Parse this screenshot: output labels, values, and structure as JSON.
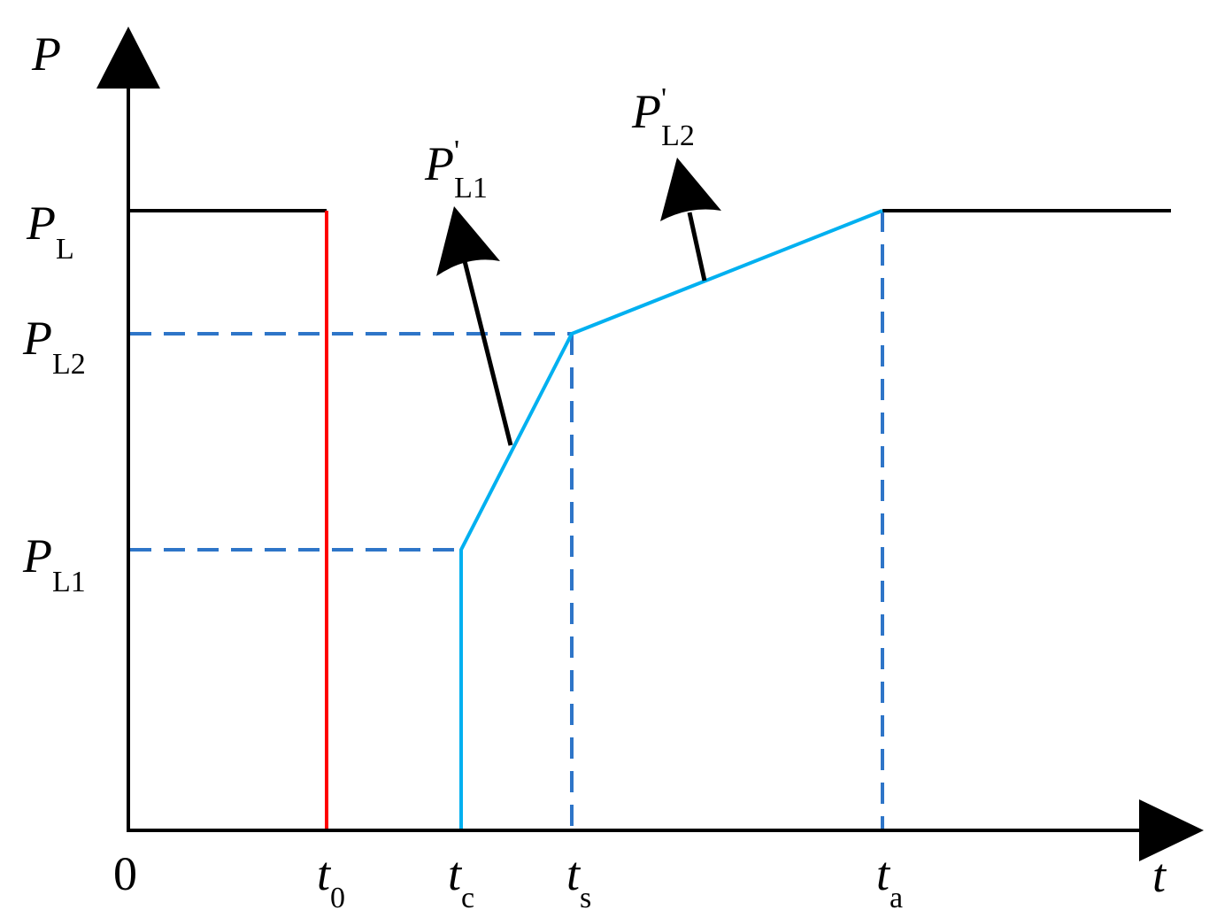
{
  "axes": {
    "y_symbol": "P",
    "x_symbol": "t",
    "origin": "0"
  },
  "y_levels": [
    {
      "base": "P",
      "sub": "L"
    },
    {
      "base": "P",
      "sub": "L2"
    },
    {
      "base": "P",
      "sub": "L1"
    }
  ],
  "x_marks": [
    {
      "base": "t",
      "sub": "0"
    },
    {
      "base": "t",
      "sub": "c"
    },
    {
      "base": "t",
      "sub": "s"
    },
    {
      "base": "t",
      "sub": "a"
    }
  ],
  "callouts": [
    {
      "base": "P",
      "prime": "'",
      "sub": "L1"
    },
    {
      "base": "P",
      "prime": "'",
      "sub": "L2"
    }
  ],
  "colors": {
    "axis": "#000000",
    "pre_fault_load": "#000000",
    "outage_segment": "#ff0000",
    "recovery_curve": "#00b0f0",
    "guide_lines": "#2e75c8"
  }
}
